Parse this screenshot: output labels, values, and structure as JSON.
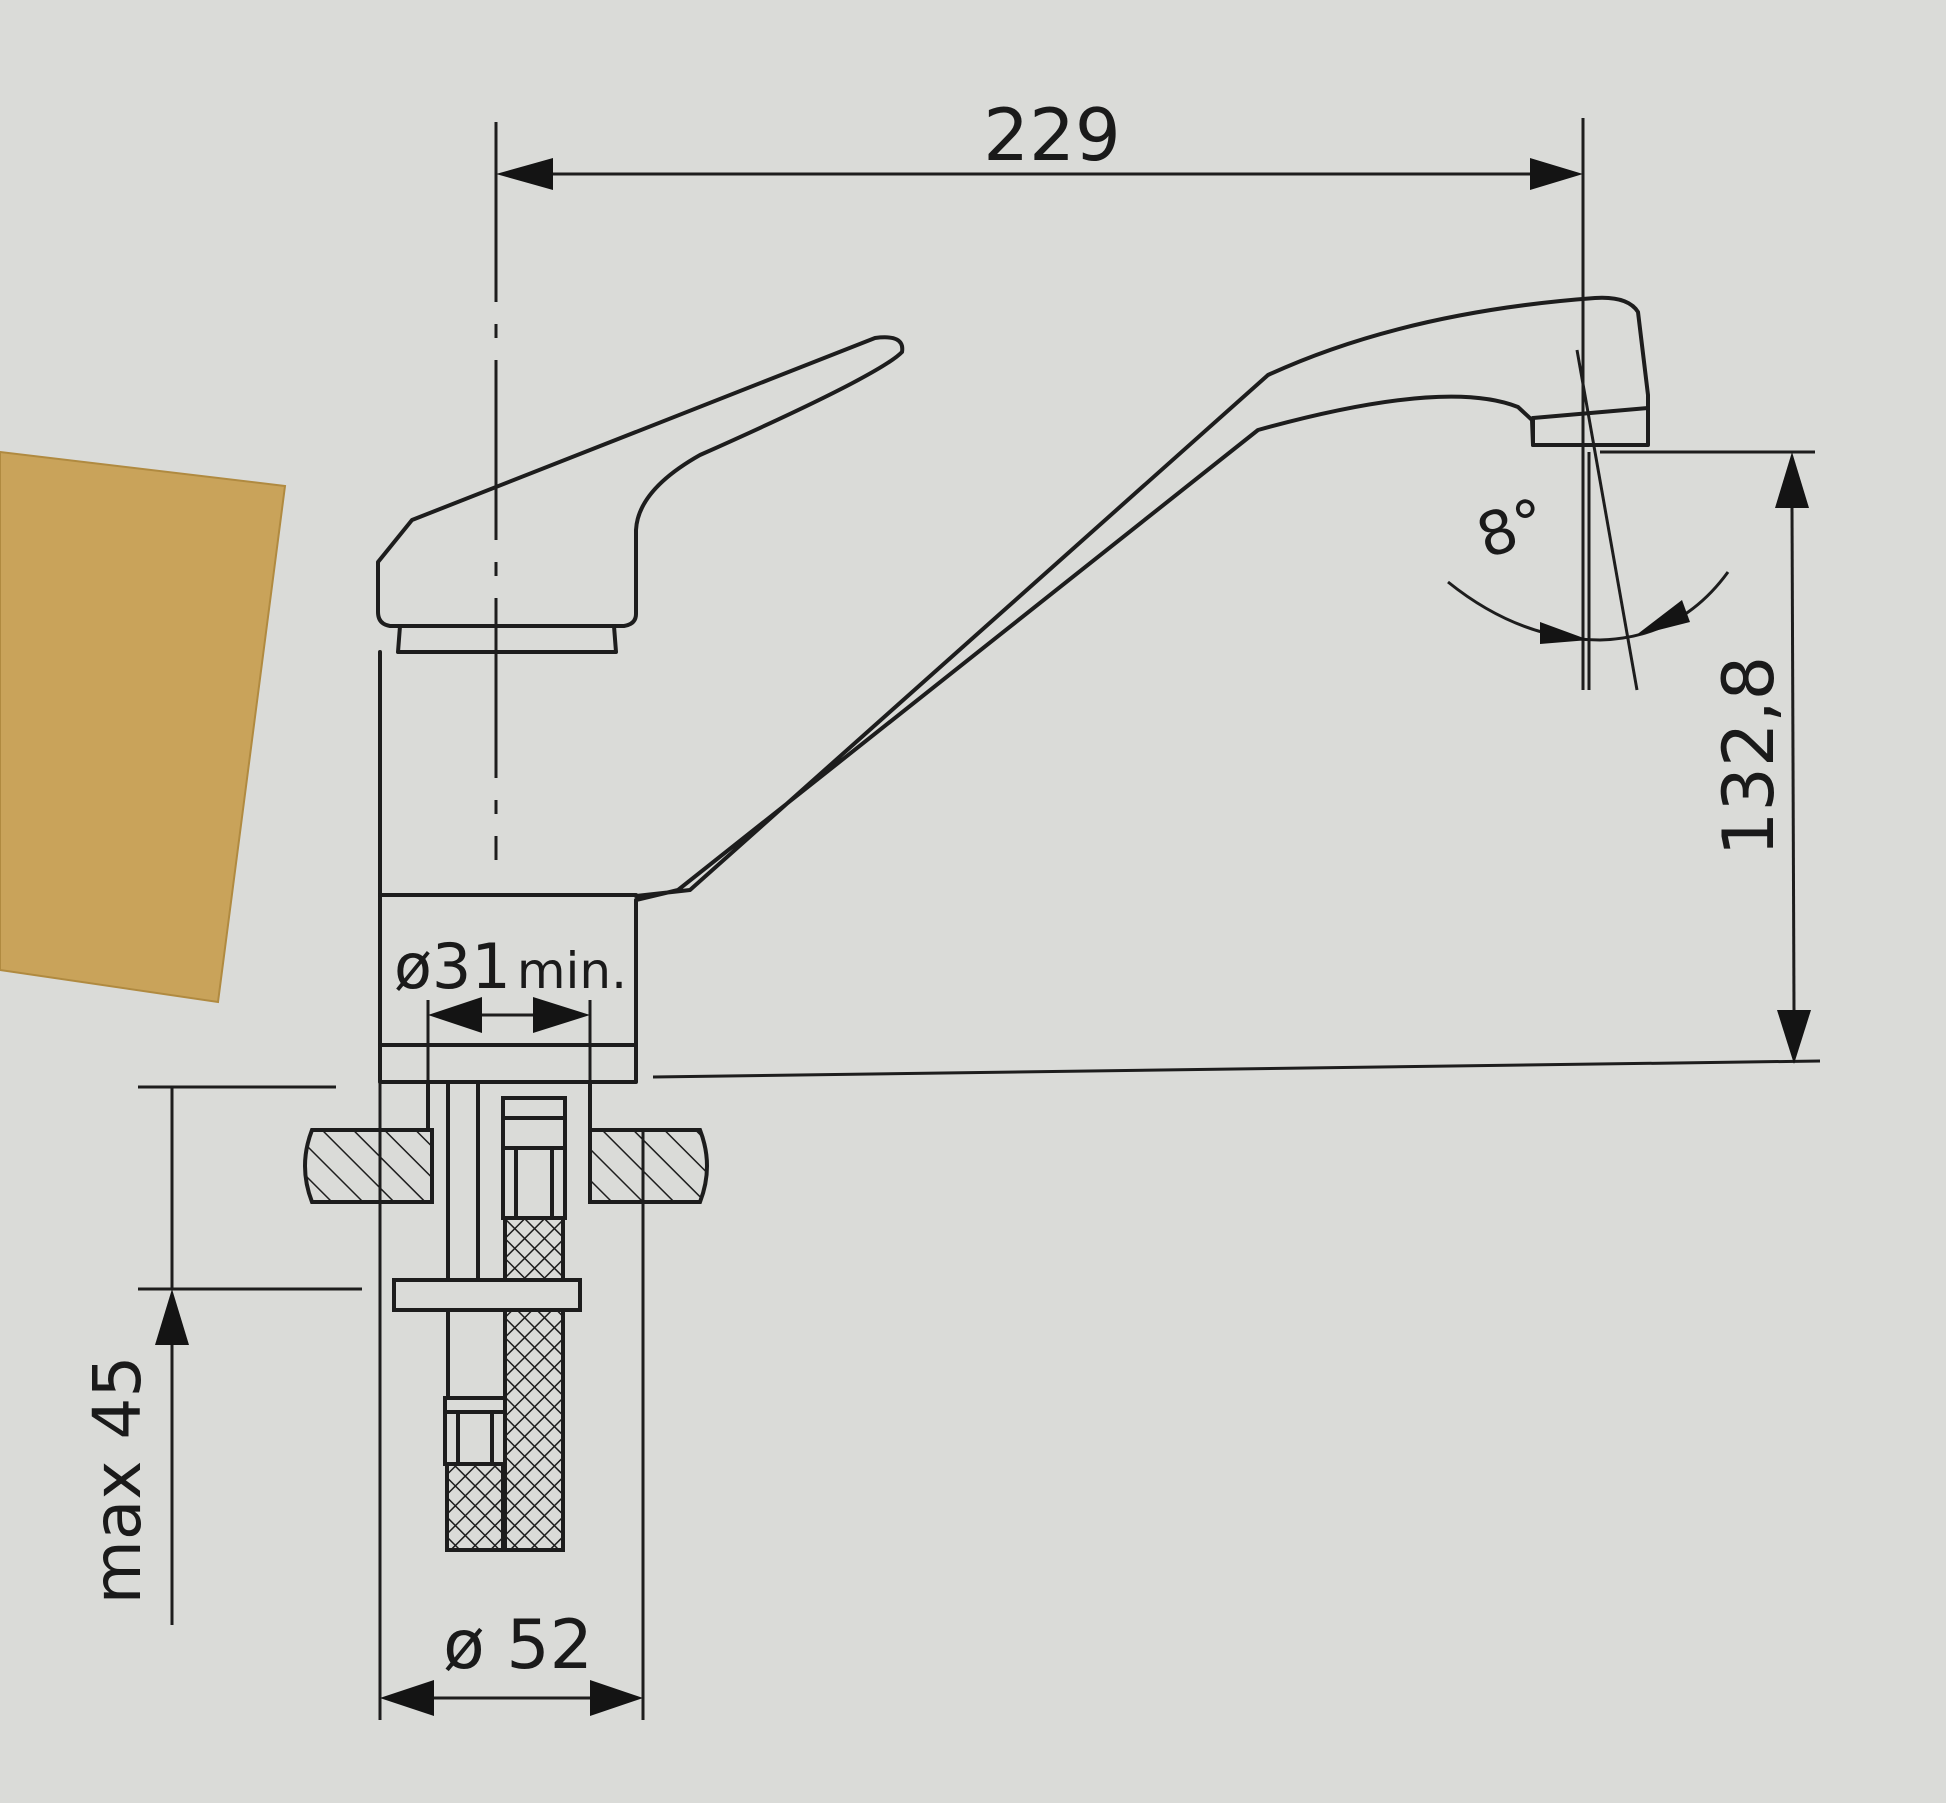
{
  "dimensions": {
    "spout_reach": "229",
    "height": "132,8",
    "angle": "8°",
    "hole_diameter": "ø31",
    "hole_suffix": "min.",
    "base_diameter": "ø 52",
    "counter_thickness": "max 45"
  },
  "colors": {
    "paper": "#dadbd8",
    "ink": "#1d1d1d",
    "cardboard_tab": "#c9a35a"
  }
}
